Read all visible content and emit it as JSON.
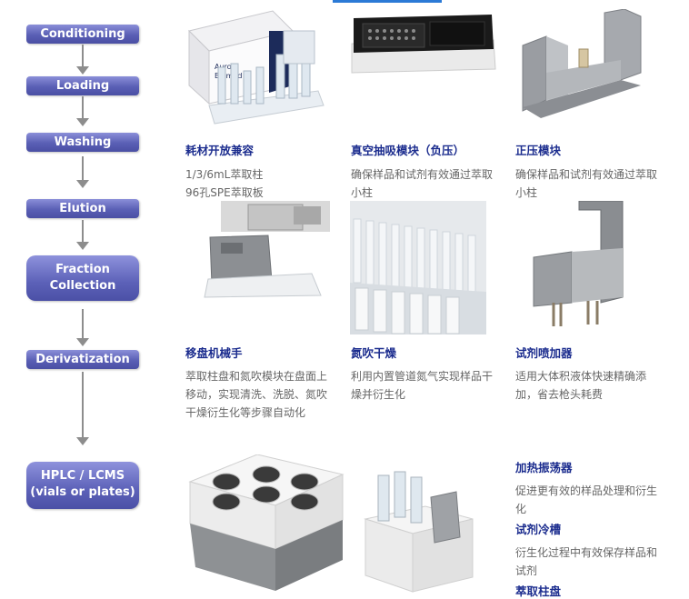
{
  "workflow": {
    "steps": [
      "Conditioning",
      "Loading",
      "Washing",
      "Elution"
    ],
    "fraction": [
      "Fraction",
      "Collection"
    ],
    "derivatization": "Derivatization",
    "hplc": [
      "HPLC / LCMS",
      "(vials or plates)"
    ]
  },
  "products": [
    {
      "title": "耗材开放兼容",
      "desc": [
        "1/3/6mL萃取柱",
        "96孔SPE萃取板"
      ]
    },
    {
      "title": "真空抽吸模块（负压）",
      "desc": [
        "确保样品和试剂有效通过萃取",
        "小柱"
      ]
    },
    {
      "title": "正压模块",
      "desc": [
        "确保样品和试剂有效通过萃取",
        "小柱"
      ]
    },
    {
      "title": "移盘机械手",
      "desc": [
        "萃取柱盘和氮吹模块在盘面上",
        "移动，实现清洗、洗脱、氮吹",
        "干燥衍生化等步骤自动化"
      ]
    },
    {
      "title": "氮吹干燥",
      "desc": [
        "利用内置管道氮气实现样品干",
        "燥并衍生化"
      ]
    },
    {
      "title": "试剂喷加器",
      "desc": [
        "适用大体积液体快速精确添",
        "加，省去枪头耗费"
      ]
    },
    {
      "title": "加热振荡器",
      "desc": [
        "促进更有效的样品处理和衍生",
        "化"
      ]
    },
    {
      "title": "试剂冷槽",
      "desc": [
        "衍生化过程中有效保存样品和",
        "试剂"
      ]
    },
    {
      "title": "萃取柱盘",
      "desc": []
    }
  ],
  "box_logo": [
    "Aurora",
    "Biomed"
  ],
  "colors": {
    "pill": "#5a5fb5",
    "title": "#1b2c8e",
    "desc": "#666666",
    "arrow": "#8d8d8d"
  }
}
